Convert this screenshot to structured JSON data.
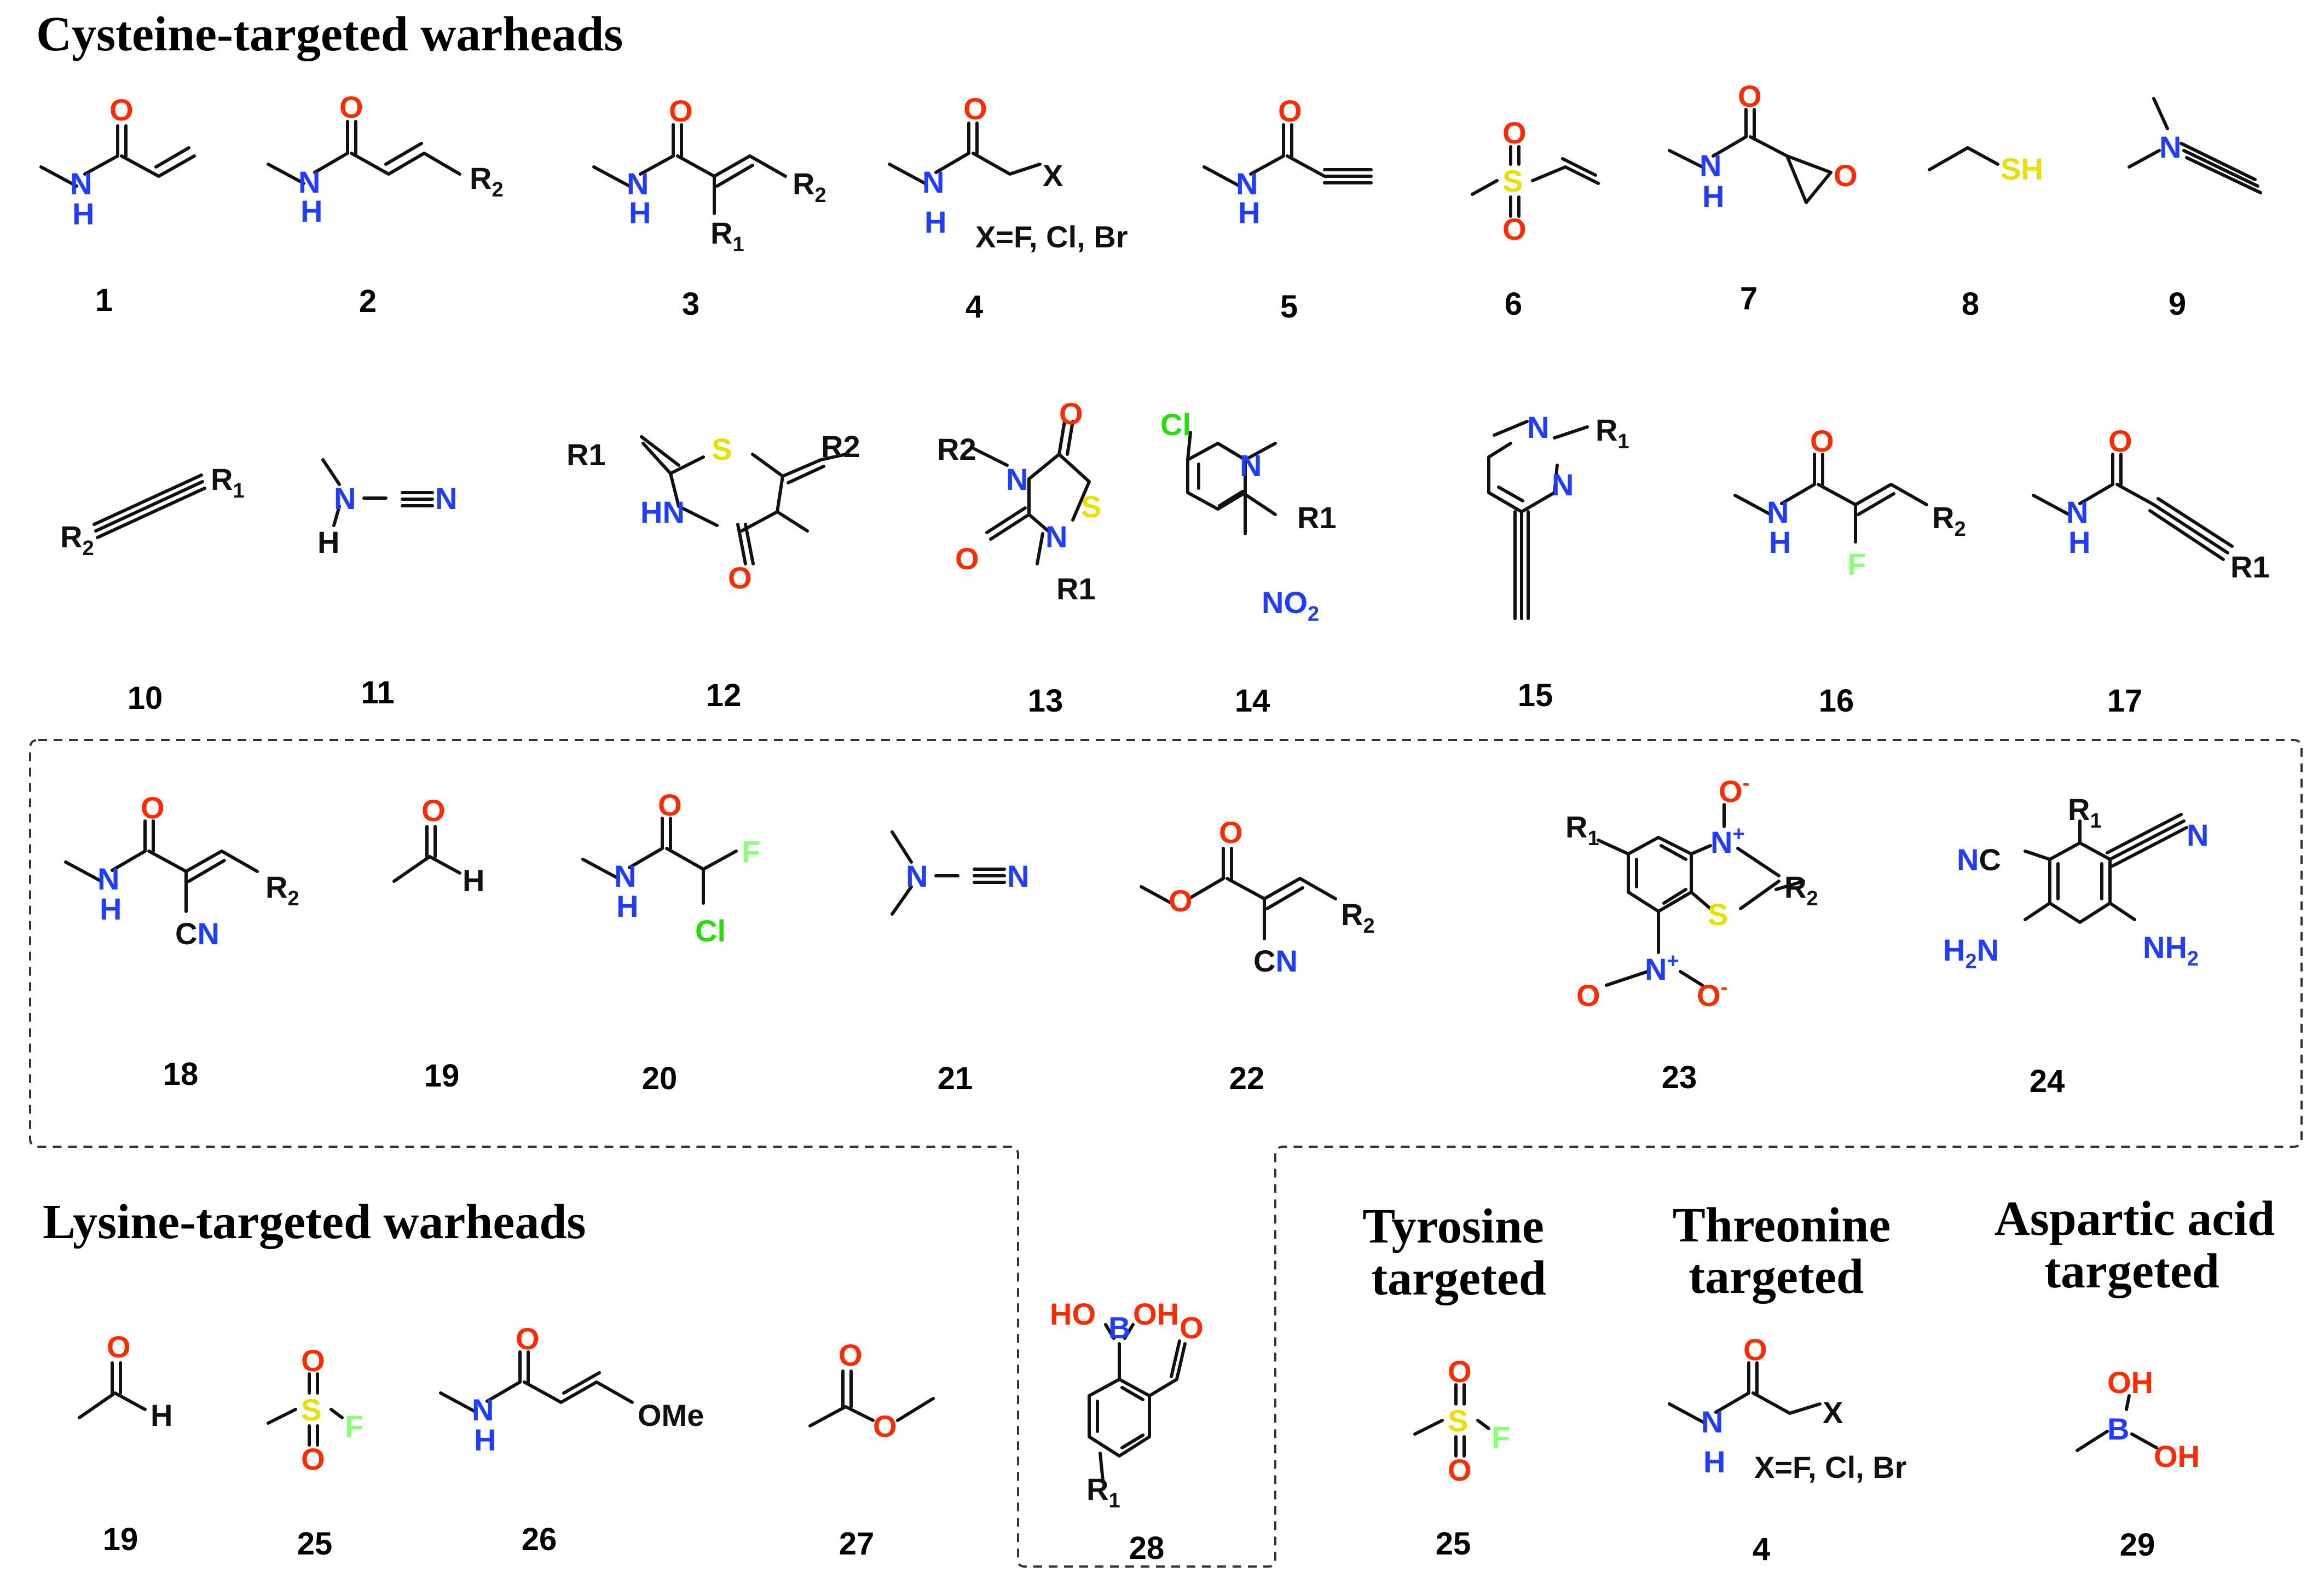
{
  "sections": {
    "cysteine": "Cysteine-targeted warheads",
    "lysine": "Lysine-targeted warheads",
    "tyrosine": [
      "Tyrosine",
      "targeted"
    ],
    "threonine": [
      "Threonine",
      "targeted"
    ],
    "aspartic": [
      "Aspartic acid",
      "targeted"
    ]
  },
  "compound_numbers": {
    "c1": "1",
    "c2": "2",
    "c3": "3",
    "c4": "4",
    "c5": "5",
    "c6": "6",
    "c7": "7",
    "c8": "8",
    "c9": "9",
    "c10": "10",
    "c11": "11",
    "c12": "12",
    "c13": "13",
    "c14": "14",
    "c15": "15",
    "c16": "16",
    "c17": "17",
    "c18": "18",
    "c19": "19",
    "c20": "20",
    "c21": "21",
    "c22": "22",
    "c23": "23",
    "c24": "24",
    "l19": "19",
    "l25": "25",
    "l26": "26",
    "l27": "27",
    "l28": "28",
    "t25": "25",
    "t4": "4",
    "a29": "29"
  },
  "notes": {
    "halogen_4": "X=F, Cl, Br",
    "halogen_4b": "X=F, Cl, Br"
  },
  "colors": {
    "oxygen": "#ff2a00",
    "nitrogen": "#1f3cff",
    "sulfur": "#e8e000",
    "fluorine": "#8cff7a",
    "chlorine": "#22e000",
    "bond": "#111111"
  }
}
